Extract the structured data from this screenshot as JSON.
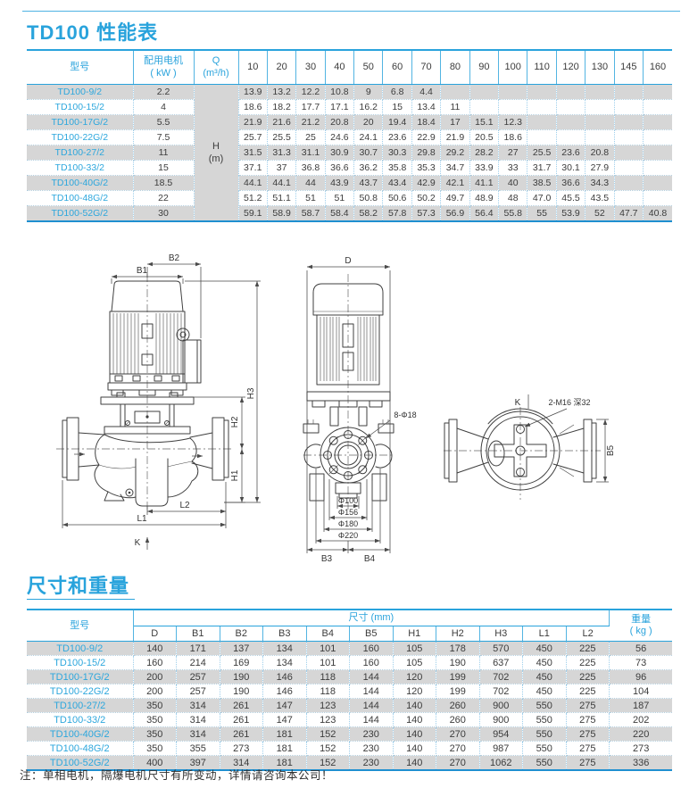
{
  "page": {
    "title1": "TD100 性能表",
    "title2": "尺寸和重量",
    "note": "注：单相电机，隔爆电机尺寸有所变动，详情请咨询本公司！"
  },
  "colors": {
    "accent": "#29a3dc",
    "row_stripe": "#d6d6d6",
    "grid_dotted": "#9ecfec",
    "text": "#3c3c3c"
  },
  "performance_table": {
    "headers": {
      "model": "型号",
      "motor": "配用电机",
      "motor_unit": "( kW )",
      "q": "Q",
      "q_unit": "(m³/h)",
      "h": "H",
      "h_unit": "(m)"
    },
    "flow_columns": [
      "10",
      "20",
      "30",
      "40",
      "50",
      "60",
      "70",
      "80",
      "90",
      "100",
      "110",
      "120",
      "130",
      "145",
      "160"
    ],
    "rows": [
      {
        "model": "TD100-9/2",
        "power": "2.2",
        "values": [
          "13.9",
          "13.2",
          "12.2",
          "10.8",
          "9",
          "6.8",
          "4.4"
        ]
      },
      {
        "model": "TD100-15/2",
        "power": "4",
        "values": [
          "18.6",
          "18.2",
          "17.7",
          "17.1",
          "16.2",
          "15",
          "13.4",
          "11"
        ]
      },
      {
        "model": "TD100-17G/2",
        "power": "5.5",
        "values": [
          "21.9",
          "21.6",
          "21.2",
          "20.8",
          "20",
          "19.4",
          "18.4",
          "17",
          "15.1",
          "12.3"
        ]
      },
      {
        "model": "TD100-22G/2",
        "power": "7.5",
        "values": [
          "25.7",
          "25.5",
          "25",
          "24.6",
          "24.1",
          "23.6",
          "22.9",
          "21.9",
          "20.5",
          "18.6"
        ]
      },
      {
        "model": "TD100-27/2",
        "power": "11",
        "values": [
          "31.5",
          "31.3",
          "31.1",
          "30.9",
          "30.7",
          "30.3",
          "29.8",
          "29.2",
          "28.2",
          "27",
          "25.5",
          "23.6",
          "20.8"
        ]
      },
      {
        "model": "TD100-33/2",
        "power": "15",
        "values": [
          "37.1",
          "37",
          "36.8",
          "36.6",
          "36.2",
          "35.8",
          "35.3",
          "34.7",
          "33.9",
          "33",
          "31.7",
          "30.1",
          "27.9"
        ]
      },
      {
        "model": "TD100-40G/2",
        "power": "18.5",
        "values": [
          "44.1",
          "44.1",
          "44",
          "43.9",
          "43.7",
          "43.4",
          "42.9",
          "42.1",
          "41.1",
          "40",
          "38.5",
          "36.6",
          "34.3"
        ]
      },
      {
        "model": "TD100-48G/2",
        "power": "22",
        "values": [
          "51.2",
          "51.1",
          "51",
          "51",
          "50.8",
          "50.6",
          "50.2",
          "49.7",
          "48.9",
          "48",
          "47.0",
          "45.5",
          "43.5"
        ]
      },
      {
        "model": "TD100-52G/2",
        "power": "30",
        "values": [
          "59.1",
          "58.9",
          "58.7",
          "58.4",
          "58.2",
          "57.8",
          "57.3",
          "56.9",
          "56.4",
          "55.8",
          "55",
          "53.9",
          "52",
          "47.7",
          "40.8"
        ]
      }
    ]
  },
  "dimensions_table": {
    "headers": {
      "model": "型号",
      "group": "尺寸 (mm)",
      "weight": "重量",
      "weight_unit": "( kg )",
      "columns": [
        "D",
        "B1",
        "B2",
        "B3",
        "B4",
        "B5",
        "H1",
        "H2",
        "H3",
        "L1",
        "L2"
      ]
    },
    "rows": [
      {
        "model": "TD100-9/2",
        "values": [
          "140",
          "171",
          "137",
          "134",
          "101",
          "160",
          "105",
          "178",
          "570",
          "450",
          "225"
        ],
        "weight": "56"
      },
      {
        "model": "TD100-15/2",
        "values": [
          "160",
          "214",
          "169",
          "134",
          "101",
          "160",
          "105",
          "190",
          "637",
          "450",
          "225"
        ],
        "weight": "73"
      },
      {
        "model": "TD100-17G/2",
        "values": [
          "200",
          "257",
          "190",
          "146",
          "118",
          "144",
          "120",
          "199",
          "702",
          "450",
          "225"
        ],
        "weight": "96"
      },
      {
        "model": "TD100-22G/2",
        "values": [
          "200",
          "257",
          "190",
          "146",
          "118",
          "144",
          "120",
          "199",
          "702",
          "450",
          "225"
        ],
        "weight": "104"
      },
      {
        "model": "TD100-27/2",
        "values": [
          "350",
          "314",
          "261",
          "147",
          "123",
          "144",
          "140",
          "260",
          "900",
          "550",
          "275"
        ],
        "weight": "187"
      },
      {
        "model": "TD100-33/2",
        "values": [
          "350",
          "314",
          "261",
          "147",
          "123",
          "144",
          "140",
          "260",
          "900",
          "550",
          "275"
        ],
        "weight": "202"
      },
      {
        "model": "TD100-40G/2",
        "values": [
          "350",
          "314",
          "261",
          "181",
          "152",
          "230",
          "140",
          "270",
          "954",
          "550",
          "275"
        ],
        "weight": "220"
      },
      {
        "model": "TD100-48G/2",
        "values": [
          "350",
          "355",
          "273",
          "181",
          "152",
          "230",
          "140",
          "270",
          "987",
          "550",
          "275"
        ],
        "weight": "273"
      },
      {
        "model": "TD100-52G/2",
        "values": [
          "400",
          "397",
          "314",
          "181",
          "152",
          "230",
          "140",
          "270",
          "1062",
          "550",
          "275"
        ],
        "weight": "336"
      }
    ]
  },
  "drawings": {
    "front": {
      "b2": "B2",
      "b1": "B1",
      "h3": "H3",
      "h2": "H2",
      "h1": "H1",
      "l2": "L2",
      "l1": "L1",
      "k": "K"
    },
    "side": {
      "d": "D",
      "bolt_note": "8-Φ18",
      "dia1": "Φ100",
      "dia2": "Φ156",
      "dia3": "Φ180",
      "dia4": "Φ220",
      "b3": "B3",
      "b4": "B4"
    },
    "top": {
      "k": "K",
      "tap_note": "2-M16 深32",
      "b5": "B5"
    }
  }
}
